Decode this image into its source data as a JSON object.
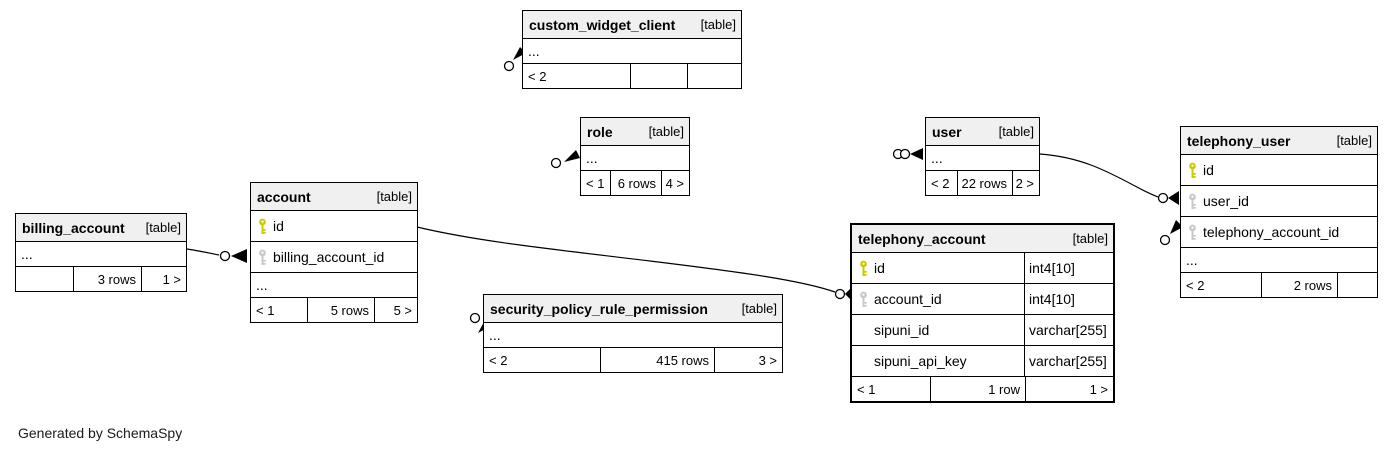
{
  "footer_note": "Generated by SchemaSpy",
  "colors": {
    "primary_key_icon": "#cbcb00",
    "foreign_key_icon": "#c9c9c9",
    "header_bg": "#f0f0f0",
    "border": "#000000"
  },
  "tables": [
    {
      "name": "custom_widget_client",
      "tag": "[table]",
      "columns": [
        {
          "name": "..."
        }
      ],
      "footer": [
        "< 2",
        "",
        ""
      ]
    },
    {
      "name": "role",
      "tag": "[table]",
      "columns": [
        {
          "name": "..."
        }
      ],
      "footer": [
        "< 1",
        "6 rows",
        "4 >"
      ]
    },
    {
      "name": "user",
      "tag": "[table]",
      "columns": [
        {
          "name": "..."
        }
      ],
      "footer": [
        "< 2",
        "22 rows",
        "2 >"
      ]
    },
    {
      "name": "telephony_user",
      "tag": "[table]",
      "columns": [
        {
          "name": "id",
          "key": "primary"
        },
        {
          "name": "user_id",
          "key": "foreign"
        },
        {
          "name": "telephony_account_id",
          "key": "foreign"
        },
        {
          "name": "..."
        }
      ],
      "footer": [
        "< 2",
        "2 rows",
        ""
      ]
    },
    {
      "name": "billing_account",
      "tag": "[table]",
      "columns": [
        {
          "name": "..."
        }
      ],
      "footer": [
        "",
        "3 rows",
        "1 >"
      ]
    },
    {
      "name": "account",
      "tag": "[table]",
      "columns": [
        {
          "name": "id",
          "key": "primary"
        },
        {
          "name": "billing_account_id",
          "key": "foreign"
        },
        {
          "name": "..."
        }
      ],
      "footer": [
        "< 1",
        "5 rows",
        "5 >"
      ]
    },
    {
      "name": "security_policy_rule_permission",
      "tag": "[table]",
      "columns": [
        {
          "name": "..."
        }
      ],
      "footer": [
        "< 2",
        "415 rows",
        "3 >"
      ]
    },
    {
      "name": "telephony_account",
      "tag": "[table]",
      "highlighted": true,
      "columns": [
        {
          "name": "id",
          "key": "primary",
          "type": "int4[10]"
        },
        {
          "name": "account_id",
          "key": "foreign",
          "type": "int4[10]"
        },
        {
          "name": "sipuni_id",
          "type": "varchar[255]"
        },
        {
          "name": "sipuni_api_key",
          "type": "varchar[255]"
        }
      ],
      "footer": [
        "< 1",
        "1 row",
        "1 >"
      ]
    }
  ]
}
